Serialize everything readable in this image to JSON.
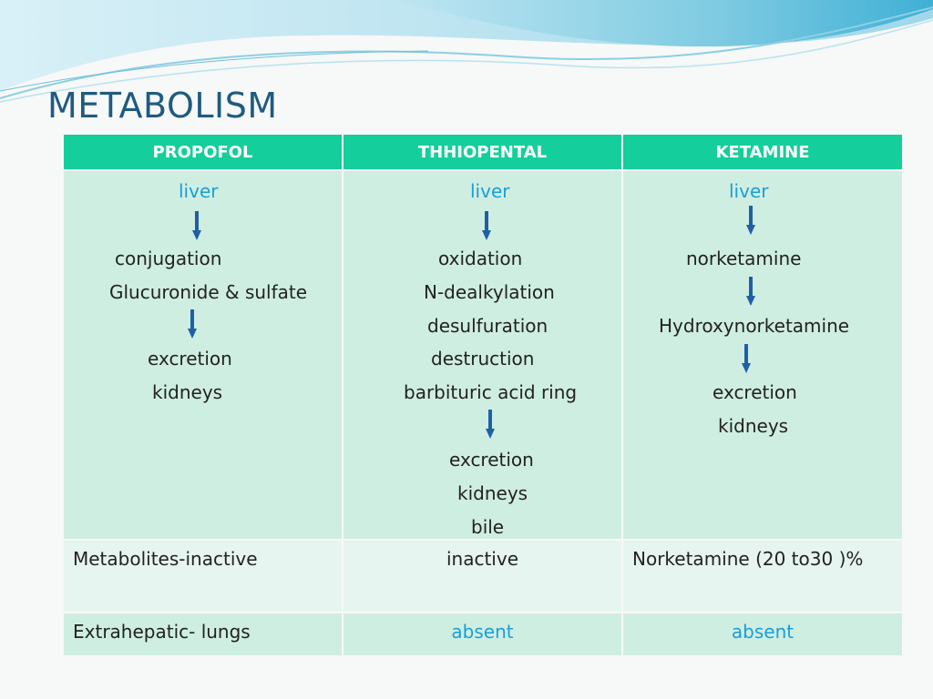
{
  "slide": {
    "title": "METABOLISM",
    "colors": {
      "title": "#1f5b80",
      "header_bg": "#14cf9b",
      "cell_bg": "#cfeee2",
      "accent_text": "#1a9ed8",
      "arrow": "#1f5fa8"
    }
  },
  "table": {
    "headers": [
      "PROPOFOL",
      "THHIOPENTAL",
      "KETAMINE"
    ],
    "pathway": {
      "propofol": {
        "site": "liver",
        "steps": [
          "conjugation",
          "Glucuronide & sulfate",
          "excretion",
          "kidneys"
        ]
      },
      "thiopental": {
        "site": "liver",
        "steps": [
          "oxidation",
          "N-dealkylation",
          "desulfuration",
          "destruction",
          "barbituric acid ring",
          "excretion",
          "kidneys",
          "bile"
        ]
      },
      "ketamine": {
        "site": "liver",
        "steps": [
          "norketamine",
          "Hydroxynorketamine",
          "excretion",
          "kidneys"
        ]
      }
    },
    "metabolites_row": [
      "Metabolites-inactive",
      "inactive",
      "Norketamine (20 to30 )%"
    ],
    "extrahepatic_row": [
      "Extrahepatic- lungs",
      "absent",
      "absent"
    ]
  }
}
